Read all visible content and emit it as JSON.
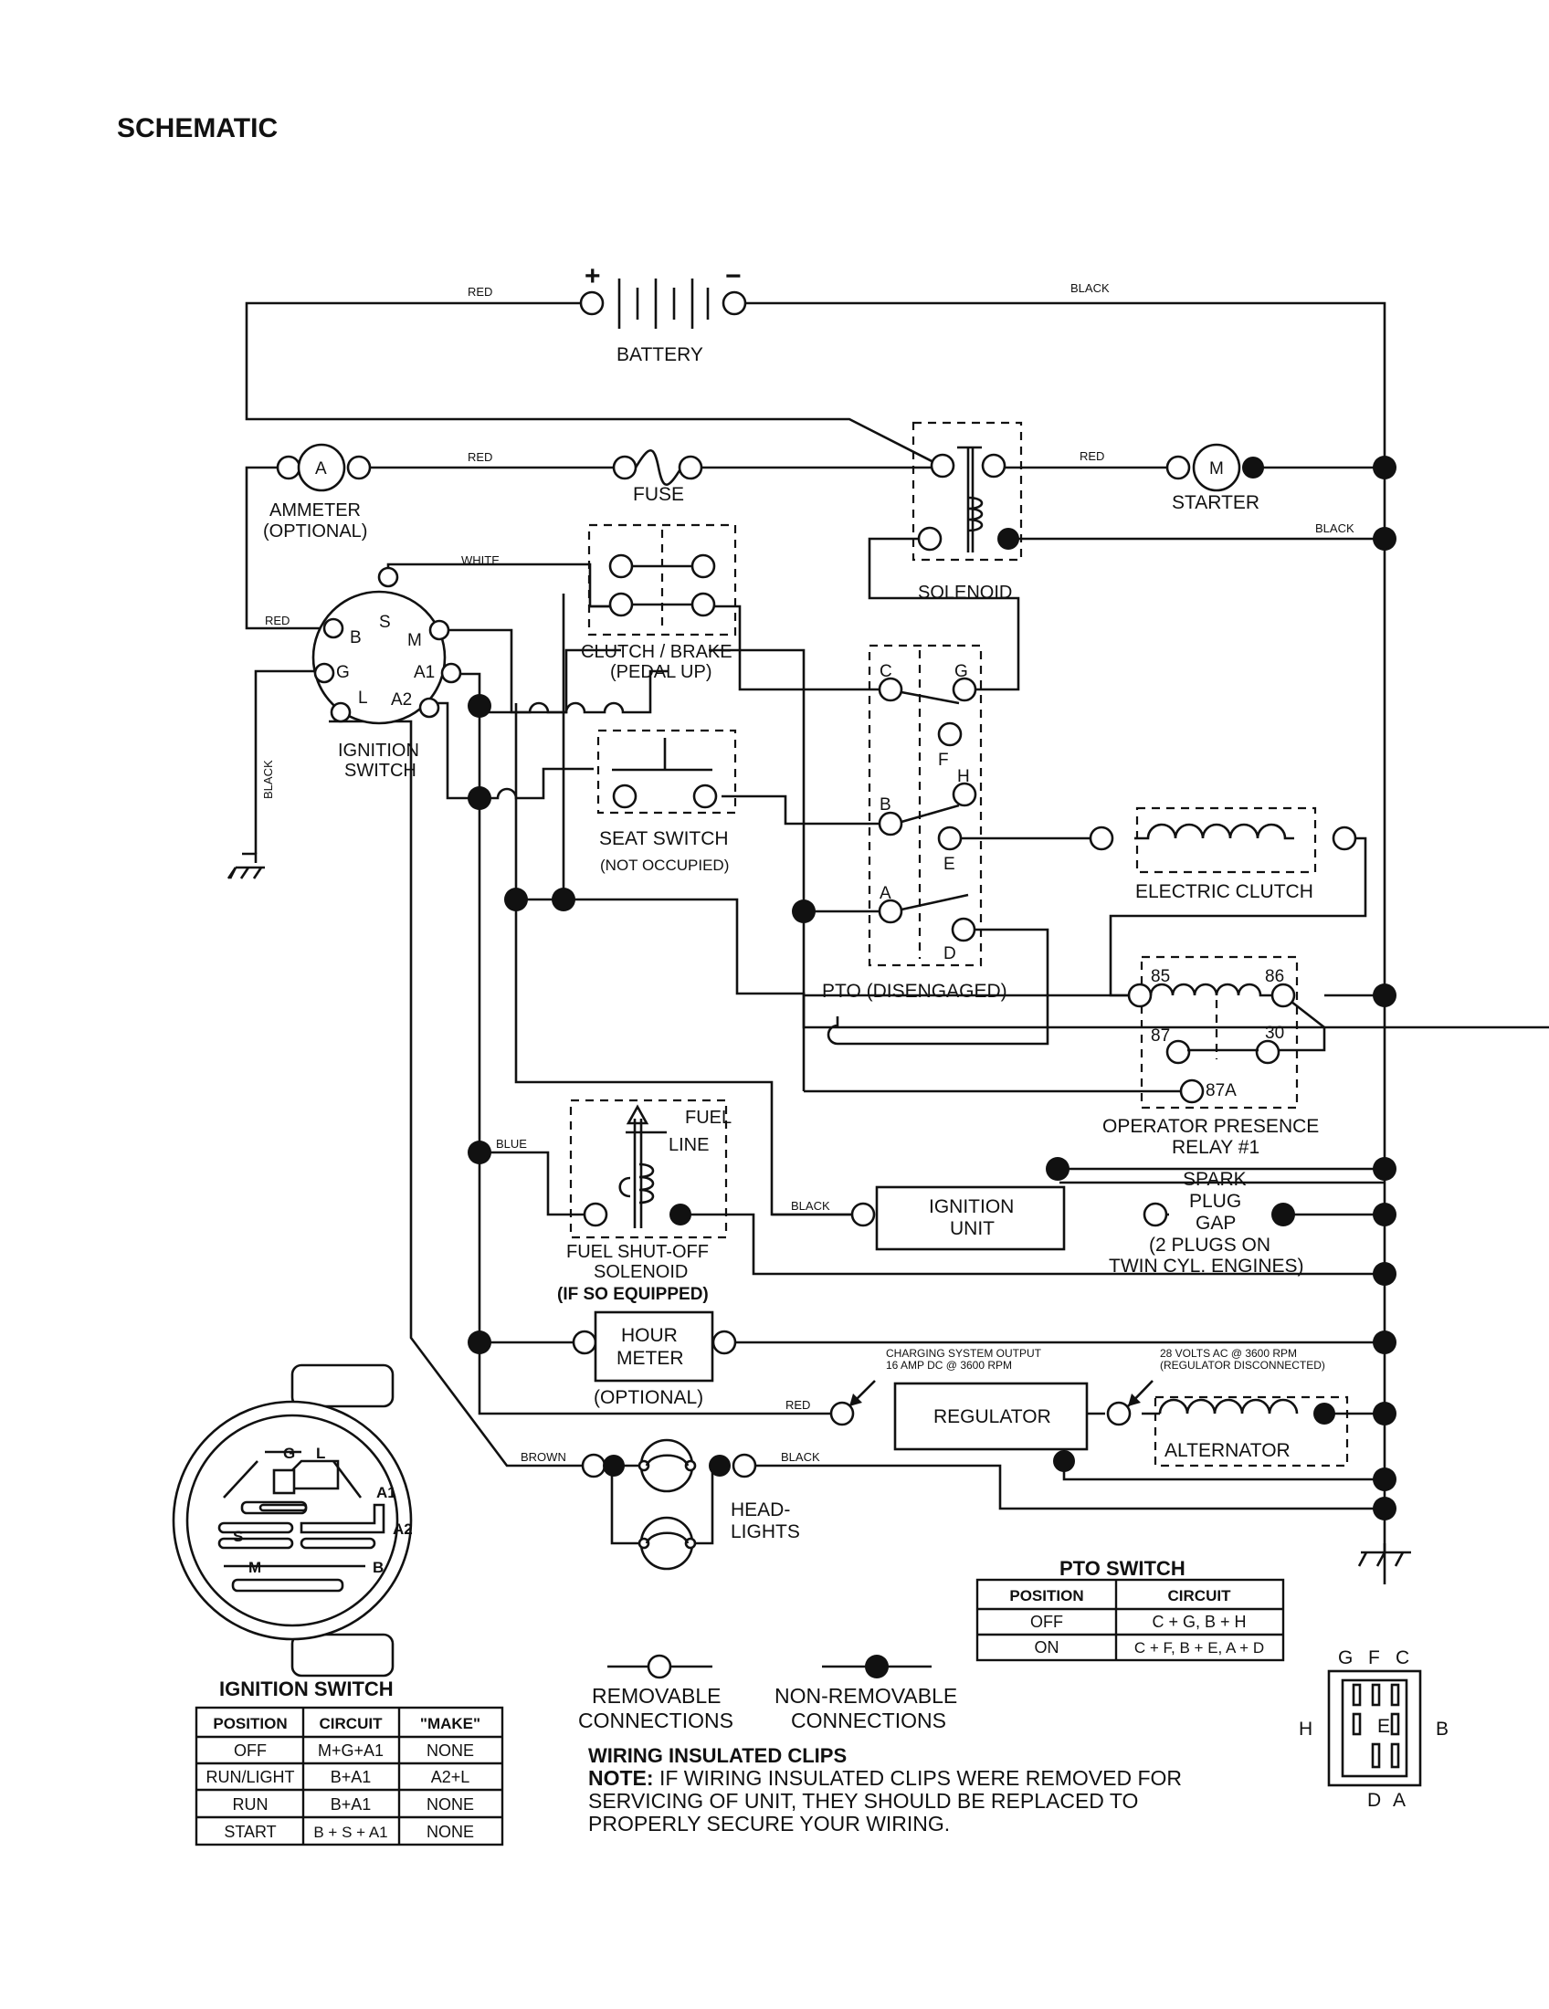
{
  "title": "SCHEMATIC",
  "components": {
    "battery": "BATTERY",
    "battery_plus": "+",
    "battery_minus": "−",
    "ammeter_symbol": "A",
    "ammeter": "AMMETER",
    "ammeter_optional": "(OPTIONAL)",
    "fuse": "FUSE",
    "starter_symbol": "M",
    "starter": "STARTER",
    "solenoid": "SOLENOID",
    "ignition_switch_line1": "IGNITION",
    "ignition_switch_line2": "SWITCH",
    "clutch_brake_line1": "CLUTCH / BRAKE",
    "clutch_brake_line2": "(PEDAL UP)",
    "seat_switch": "SEAT SWITCH",
    "seat_switch_state": "(NOT OCCUPIED)",
    "pto": "PTO (DISENGAGED)",
    "electric_clutch": "ELECTRIC CLUTCH",
    "relay_line1": "OPERATOR PRESENCE",
    "relay_line2": "RELAY #1",
    "fuel_label_1": "FUEL",
    "fuel_label_2": "LINE",
    "fuel_solenoid_line1": "FUEL SHUT-OFF",
    "fuel_solenoid_line2": "SOLENOID",
    "fuel_solenoid_line3": "(IF SO EQUIPPED)",
    "ignition_unit_line1": "IGNITION",
    "ignition_unit_line2": "UNIT",
    "spark_line1": "SPARK",
    "spark_line2": "PLUG",
    "spark_line3": "GAP",
    "spark_line4": "(2 PLUGS ON",
    "spark_line5": "TWIN CYL. ENGINES)",
    "hour_meter_line1": "HOUR",
    "hour_meter_line2": "METER",
    "hour_meter_optional": "(OPTIONAL)",
    "regulator": "REGULATOR",
    "alternator": "ALTERNATOR",
    "headlights_line1": "HEAD-",
    "headlights_line2": "LIGHTS",
    "charging_line1": "CHARGING SYSTEM OUTPUT",
    "charging_line2": "16 AMP DC @ 3600 RPM",
    "volts_line1": "28 VOLTS AC @ 3600 RPM",
    "volts_line2": "(REGULATOR DISCONNECTED)"
  },
  "terminals": {
    "ign": [
      "B",
      "S",
      "M",
      "G",
      "A1",
      "L",
      "A2"
    ],
    "pto": [
      "C",
      "G",
      "F",
      "H",
      "B",
      "E",
      "A",
      "D"
    ],
    "relay": [
      "85",
      "86",
      "87",
      "30",
      "87A"
    ]
  },
  "wire_colors": {
    "red": "RED",
    "black": "BLACK",
    "white": "WHITE",
    "blue": "BLUE",
    "brown": "BROWN"
  },
  "legend": {
    "removable_line1": "REMOVABLE",
    "removable_line2": "CONNECTIONS",
    "nonremovable_line1": "NON-REMOVABLE",
    "nonremovable_line2": "CONNECTIONS"
  },
  "note": {
    "heading": "WIRING INSULATED CLIPS",
    "prefix": "NOTE:",
    "line1": " IF WIRING INSULATED CLIPS WERE REMOVED FOR",
    "line2": "SERVICING OF UNIT, THEY SHOULD BE REPLACED TO",
    "line3": "PROPERLY SECURE YOUR WIRING."
  },
  "switch_face": {
    "labels": [
      "G",
      "L",
      "A1",
      "A2",
      "S",
      "M",
      "B"
    ]
  },
  "ignition_table": {
    "title": "IGNITION SWITCH",
    "headers": [
      "POSITION",
      "CIRCUIT",
      "\"MAKE\""
    ],
    "rows": [
      [
        "OFF",
        "M+G+A1",
        "NONE"
      ],
      [
        "RUN/LIGHT",
        "B+A1",
        "A2+L"
      ],
      [
        "RUN",
        "B+A1",
        "NONE"
      ],
      [
        "START",
        "B + S + A1",
        "NONE"
      ]
    ]
  },
  "pto_table": {
    "title": "PTO SWITCH",
    "headers": [
      "POSITION",
      "CIRCUIT"
    ],
    "rows": [
      [
        "OFF",
        "C + G, B + H"
      ],
      [
        "ON",
        "C + F, B + E, A + D"
      ]
    ]
  },
  "connector": {
    "top": [
      "G",
      "F",
      "C"
    ],
    "left": "H",
    "center": "E",
    "right": "B",
    "bottom": [
      "D",
      "A"
    ]
  }
}
